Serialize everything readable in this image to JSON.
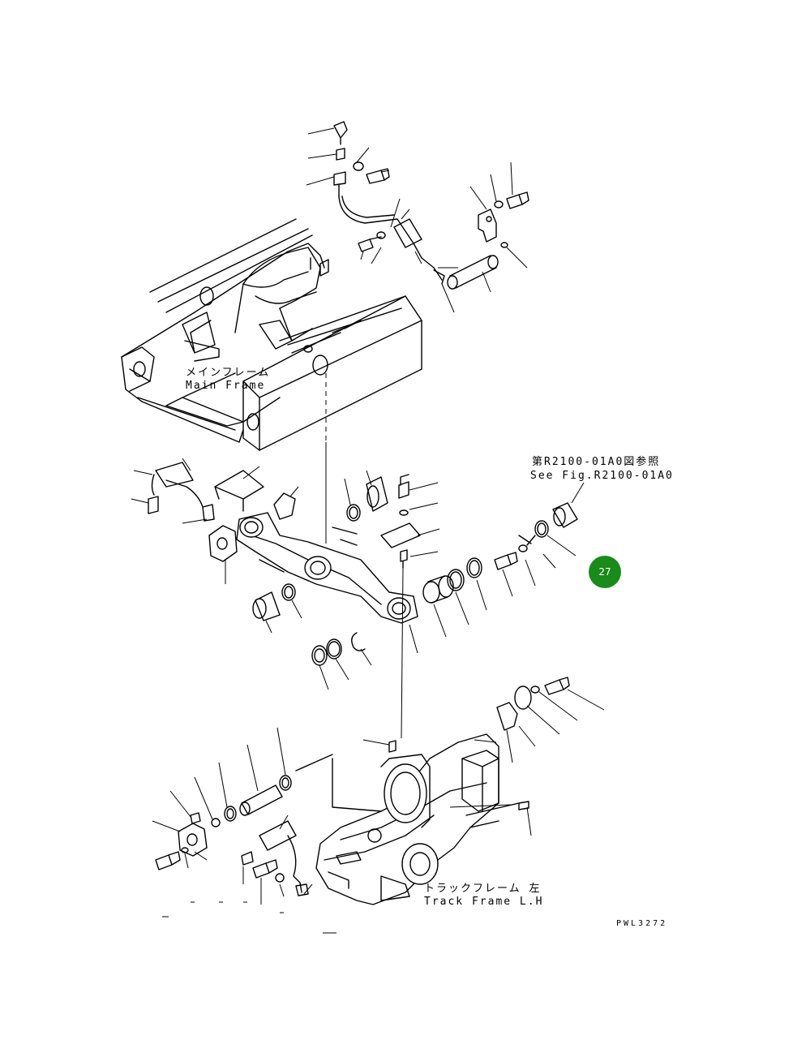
{
  "labels": {
    "main_frame_jp": "メインフレーム",
    "main_frame_en": "Main Frame",
    "track_frame_jp": "トラックフレーム 左",
    "track_frame_en": "Track Frame L.H",
    "see_fig_jp": "第R2100-01A0図参照",
    "see_fig_en": "See Fig.R2100-01A0"
  },
  "callout": {
    "number": "27",
    "color": "#1a8a1a"
  },
  "drawing_ref": "PWL3272"
}
